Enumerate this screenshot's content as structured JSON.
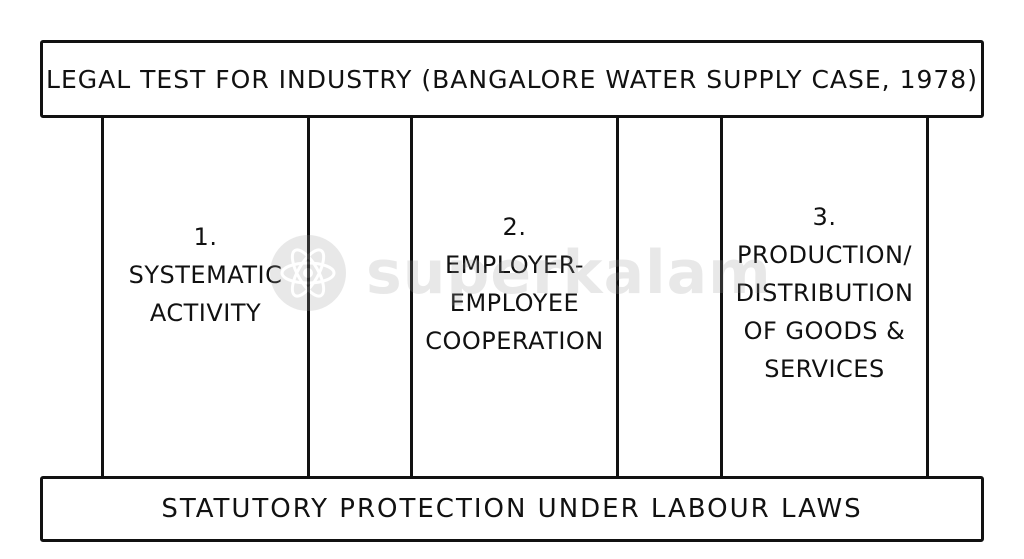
{
  "header": {
    "title": "LEGAL TEST FOR INDUSTRY (BANGALORE WATER SUPPLY CASE, 1978)"
  },
  "pillars": [
    {
      "number": "1.",
      "lines": [
        "SYSTEMATIC",
        "ACTIVITY"
      ]
    },
    {
      "number": "2.",
      "lines": [
        "EMPLOYER-",
        "EMPLOYEE",
        "COOPERATION"
      ]
    },
    {
      "number": "3.",
      "lines": [
        "PRODUCTION/",
        "DISTRIBUTION",
        "OF GOODS &",
        "SERVICES"
      ]
    }
  ],
  "footer": {
    "title": "STATUTORY PROTECTION UNDER LABOUR LAWS"
  },
  "watermark": {
    "text": "superkalam",
    "icon": "atom-logo-icon"
  }
}
